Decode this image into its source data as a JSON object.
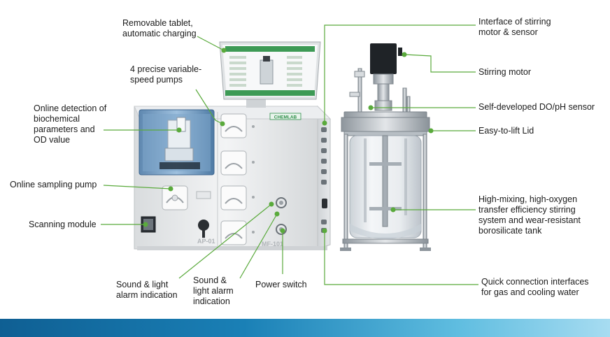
{
  "labels": {
    "tablet": "Removable tablet,\nautomatic charging",
    "pumps": "4 precise variable-\nspeed pumps",
    "online_detection": "Online detection of\nbiochemical\nparameters and\nOD value",
    "sampling_pump": "Online sampling pump",
    "scanning": "Scanning module",
    "alarm_left": "Sound & light\nalarm indication",
    "alarm_right": "Sound &\nlight alarm\nindication",
    "power": "Power switch",
    "motor_interface": "Interface of stirring\nmotor & sensor",
    "motor": "Stirring motor",
    "sensor": "Self-developed DO/pH sensor",
    "lid": "Easy-to-lift Lid",
    "mixing": "High-mixing, high-oxygen\ntransfer efficiency stirring\nsystem and wear-resistant\nborosilicate tank",
    "quick_connect": "Quick connection interfaces\nfor gas and cooling water"
  },
  "device": {
    "brand": "CHEMLAB",
    "model_left": "AP-01",
    "model_right": "MF-101"
  },
  "colors": {
    "callout": "#5aaa3c",
    "accent": "#2f8f4a",
    "footer": "#1a80b6"
  }
}
